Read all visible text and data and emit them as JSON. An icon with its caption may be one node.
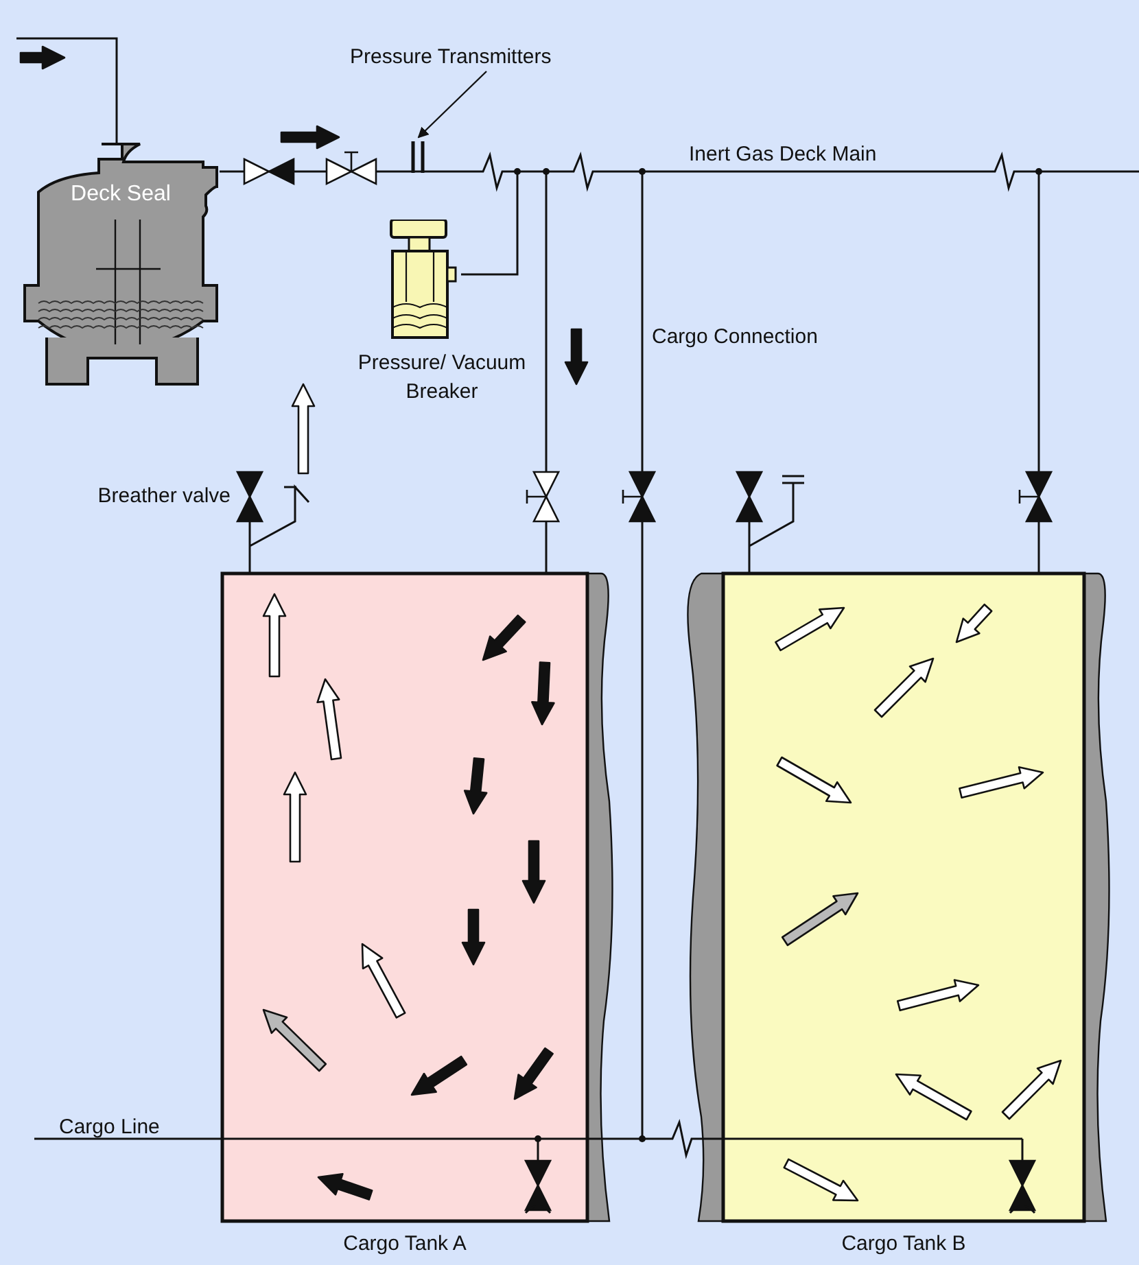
{
  "diagram": {
    "nodes": [
      {
        "text": [
          "Pressure Transmitters"
        ]
      },
      {
        "text": [],
        "shape": "picture"
      },
      {
        "text": [
          "Deck Seal"
        ]
      },
      {
        "text": [
          "Pressure/ Vacuum Breaker"
        ]
      },
      {
        "text": [
          "Cargo Tank A"
        ]
      },
      {
        "text": [
          "Cargo Tank B"
        ]
      }
    ],
    "edges": [
      {
        "from": 0,
        "to": 1,
        "arrow": "to"
      },
      {
        "from": 4,
        "to": 5,
        "arrow": "none"
      }
    ],
    "labels": [
      "Inert Gas Deck Main",
      "Cargo Connection",
      "Breather valve",
      "Cargo Line"
    ]
  }
}
